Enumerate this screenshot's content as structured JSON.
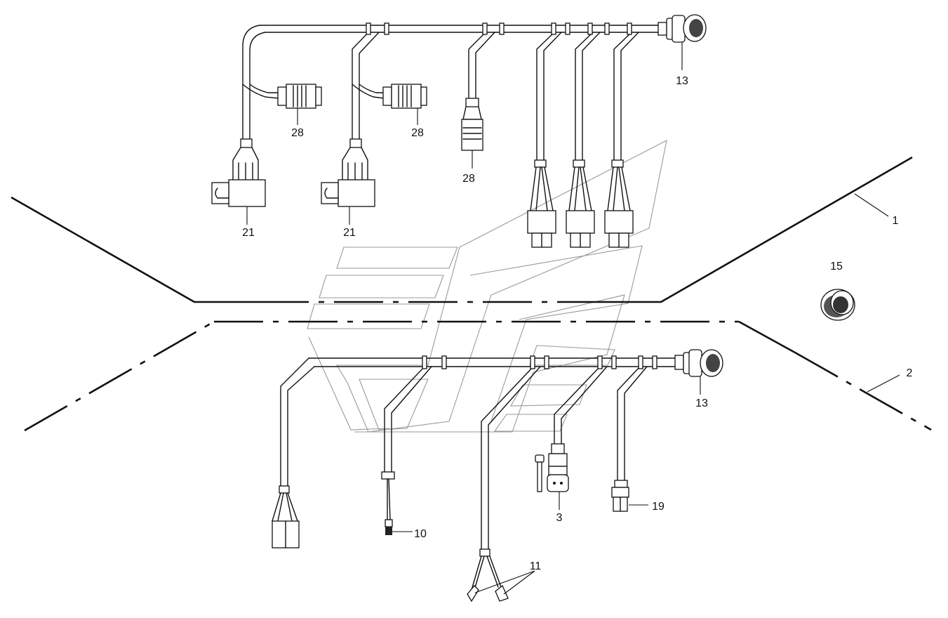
{
  "diagram": {
    "callouts": [
      {
        "id": "c1",
        "text": "1"
      },
      {
        "id": "c2",
        "text": "2"
      },
      {
        "id": "c3",
        "text": "3"
      },
      {
        "id": "c10",
        "text": "10"
      },
      {
        "id": "c11",
        "text": "11"
      },
      {
        "id": "c13a",
        "text": "13"
      },
      {
        "id": "c13b",
        "text": "13"
      },
      {
        "id": "c15",
        "text": "15"
      },
      {
        "id": "c19",
        "text": "19"
      },
      {
        "id": "c21a",
        "text": "21"
      },
      {
        "id": "c21b",
        "text": "21"
      },
      {
        "id": "c28a",
        "text": "28"
      },
      {
        "id": "c28b",
        "text": "28"
      },
      {
        "id": "c28c",
        "text": "28"
      }
    ]
  }
}
